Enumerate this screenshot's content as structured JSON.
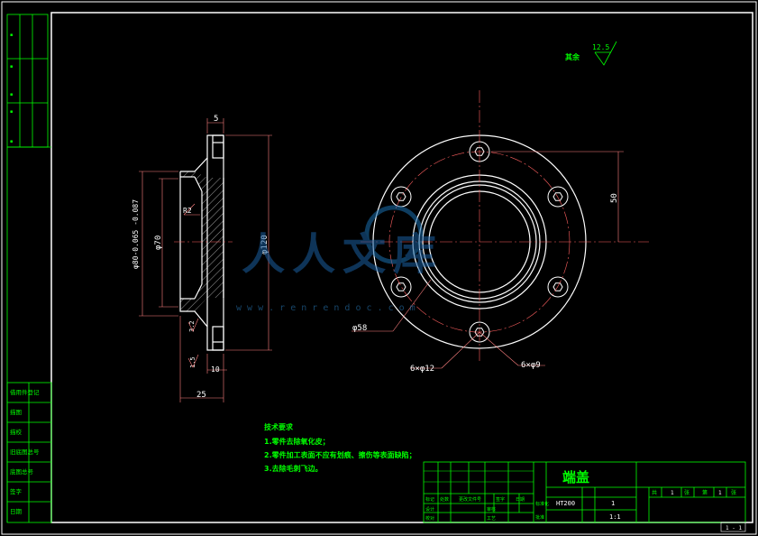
{
  "roughness": {
    "label": "其余",
    "value": "12.5"
  },
  "title_block": {
    "part_name": "端盖",
    "material": "HT200",
    "quantity": "1",
    "scale": "1:1",
    "sheet_info": [
      "共",
      "1",
      "张",
      "第",
      "1",
      "张"
    ],
    "mini_labels": [
      "标记",
      "处数",
      "更改文件号",
      "签字",
      "日期",
      "设计",
      "审核",
      "校对",
      "工艺",
      "标准化",
      "批准"
    ],
    "sheet_number": "1 - 1"
  },
  "left_strip_labels": [
    "借用件登记",
    "描图",
    "描校",
    "旧底图总号",
    "底图总号",
    "签字",
    "日期"
  ],
  "tech_requirements": {
    "title": "技术要求",
    "items": [
      "1.零件去除氧化皮；",
      "2.零件加工表面不应有划痕、擦伤等表面缺陷；",
      "3.去除毛刺飞边。"
    ]
  },
  "dimensions": {
    "width_5": "5",
    "dia_120": "φ120",
    "dia_80": "φ80-0.065\n-0.087",
    "dia_70": "φ70",
    "radius": "R2",
    "small_1": "3.2",
    "small_2": "1.5",
    "width_10": "10",
    "width_25": "25",
    "bolt_pitch": "50",
    "dia_58": "φ58",
    "holes_12": "6×φ12",
    "holes_9": "6×φ9"
  },
  "watermark": {
    "brand": "人人文库",
    "url": "w w w . r e n r e n d o c . c o m"
  }
}
